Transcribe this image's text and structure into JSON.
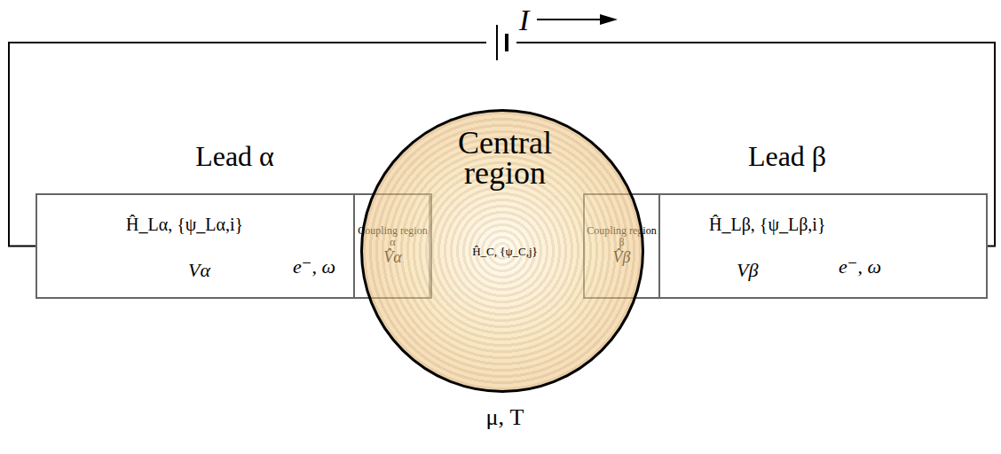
{
  "diagram": {
    "nodes": [
      {
        "text": [
          "Lead α",
          "Ĥ_Lα, {ψ_Lα,i}"
        ]
      },
      {
        "text": [
          "Coupling region α",
          "V̂α"
        ],
        "in": 0
      },
      {
        "text": [
          "Central region",
          "Ĥ_C, {ψ_C,j}",
          "μ, T"
        ]
      },
      {
        "text": [
          "Lead β",
          "Ĥ_Lβ, {ψ_Lβ,i}"
        ]
      },
      {
        "text": [
          "Coupling region β",
          "V̂β"
        ],
        "in": 3
      }
    ],
    "edges": [
      {
        "from": 0,
        "to": 3,
        "arrow": "none"
      }
    ],
    "labels": [
      "I",
      "Vα",
      "e⁻, ω",
      "Vβ",
      "e⁻, ω"
    ]
  }
}
